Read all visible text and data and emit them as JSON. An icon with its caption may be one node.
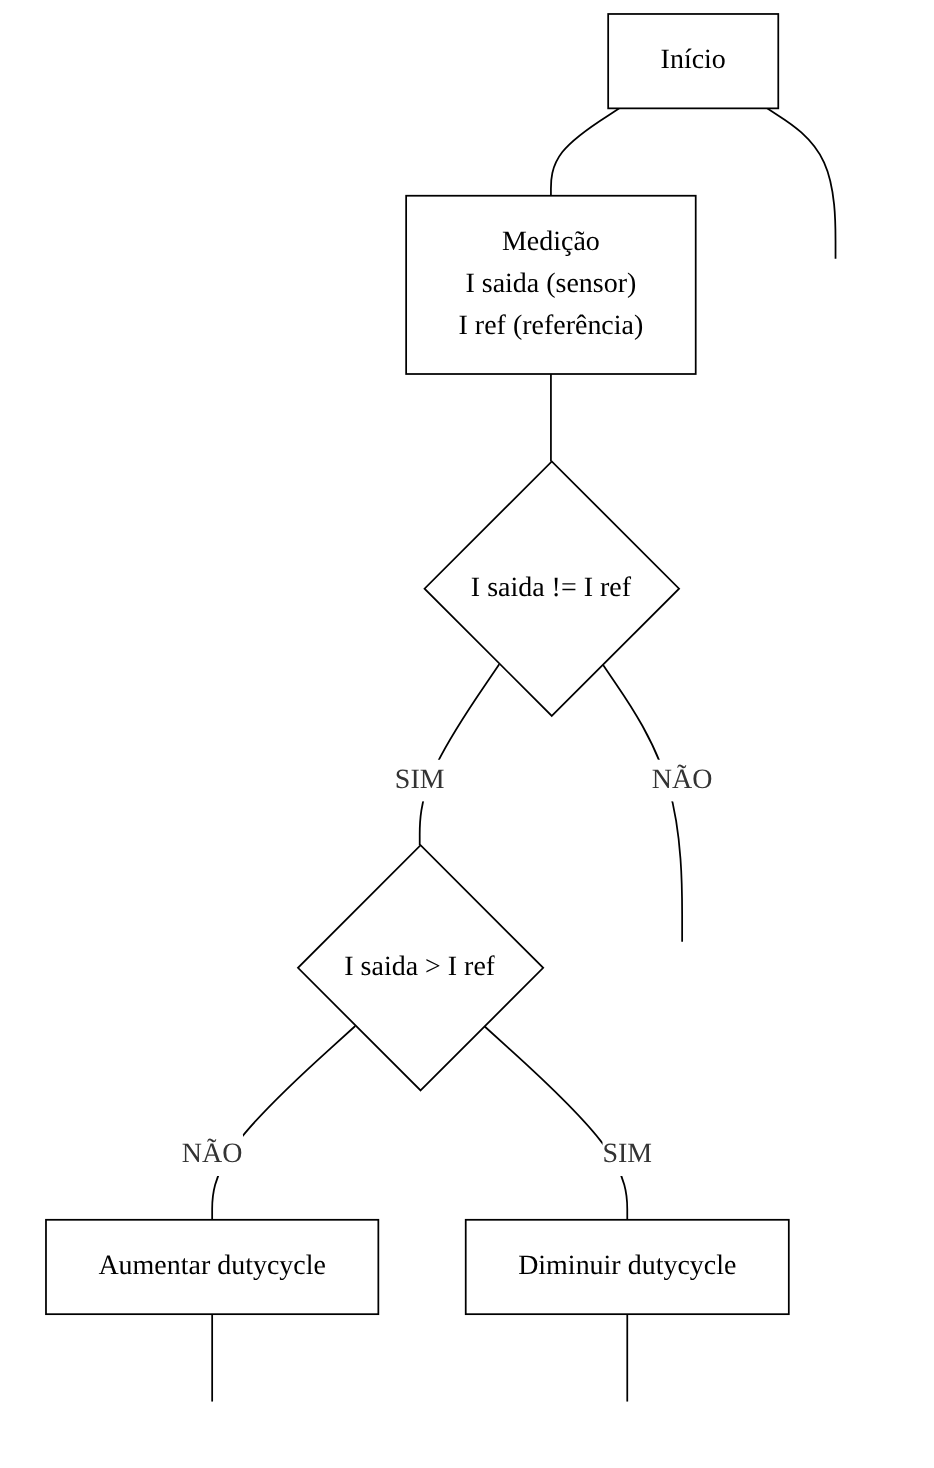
{
  "diagram": {
    "nodes": [
      {
        "text": [
          "Início"
        ]
      },
      {
        "text": [
          "Medição",
          "I saida (sensor)",
          "I ref (referência)"
        ]
      },
      {
        "text": [
          "I saida != I ref"
        ]
      },
      {
        "text": [
          "I saida > I ref"
        ]
      },
      {
        "text": [
          "Aumentar dutycycle"
        ]
      },
      {
        "text": [
          "Diminuir dutycycle"
        ]
      }
    ],
    "edges": [
      {
        "from": 0,
        "to": 1,
        "arrow": "none"
      },
      {
        "from": 0,
        "to": null,
        "arrow": "none"
      },
      {
        "from": 1,
        "to": 2,
        "arrow": "none"
      },
      {
        "from": 2,
        "to": 3,
        "label": "SIM",
        "arrow": "none"
      },
      {
        "from": 2,
        "to": null,
        "label": "NÃO",
        "arrow": "none"
      },
      {
        "from": 3,
        "to": 4,
        "label": "NÃO",
        "arrow": "none"
      },
      {
        "from": 3,
        "to": 5,
        "label": "SIM",
        "arrow": "none"
      },
      {
        "from": 4,
        "to": null,
        "arrow": "none"
      },
      {
        "from": 5,
        "to": null,
        "arrow": "none"
      }
    ]
  }
}
